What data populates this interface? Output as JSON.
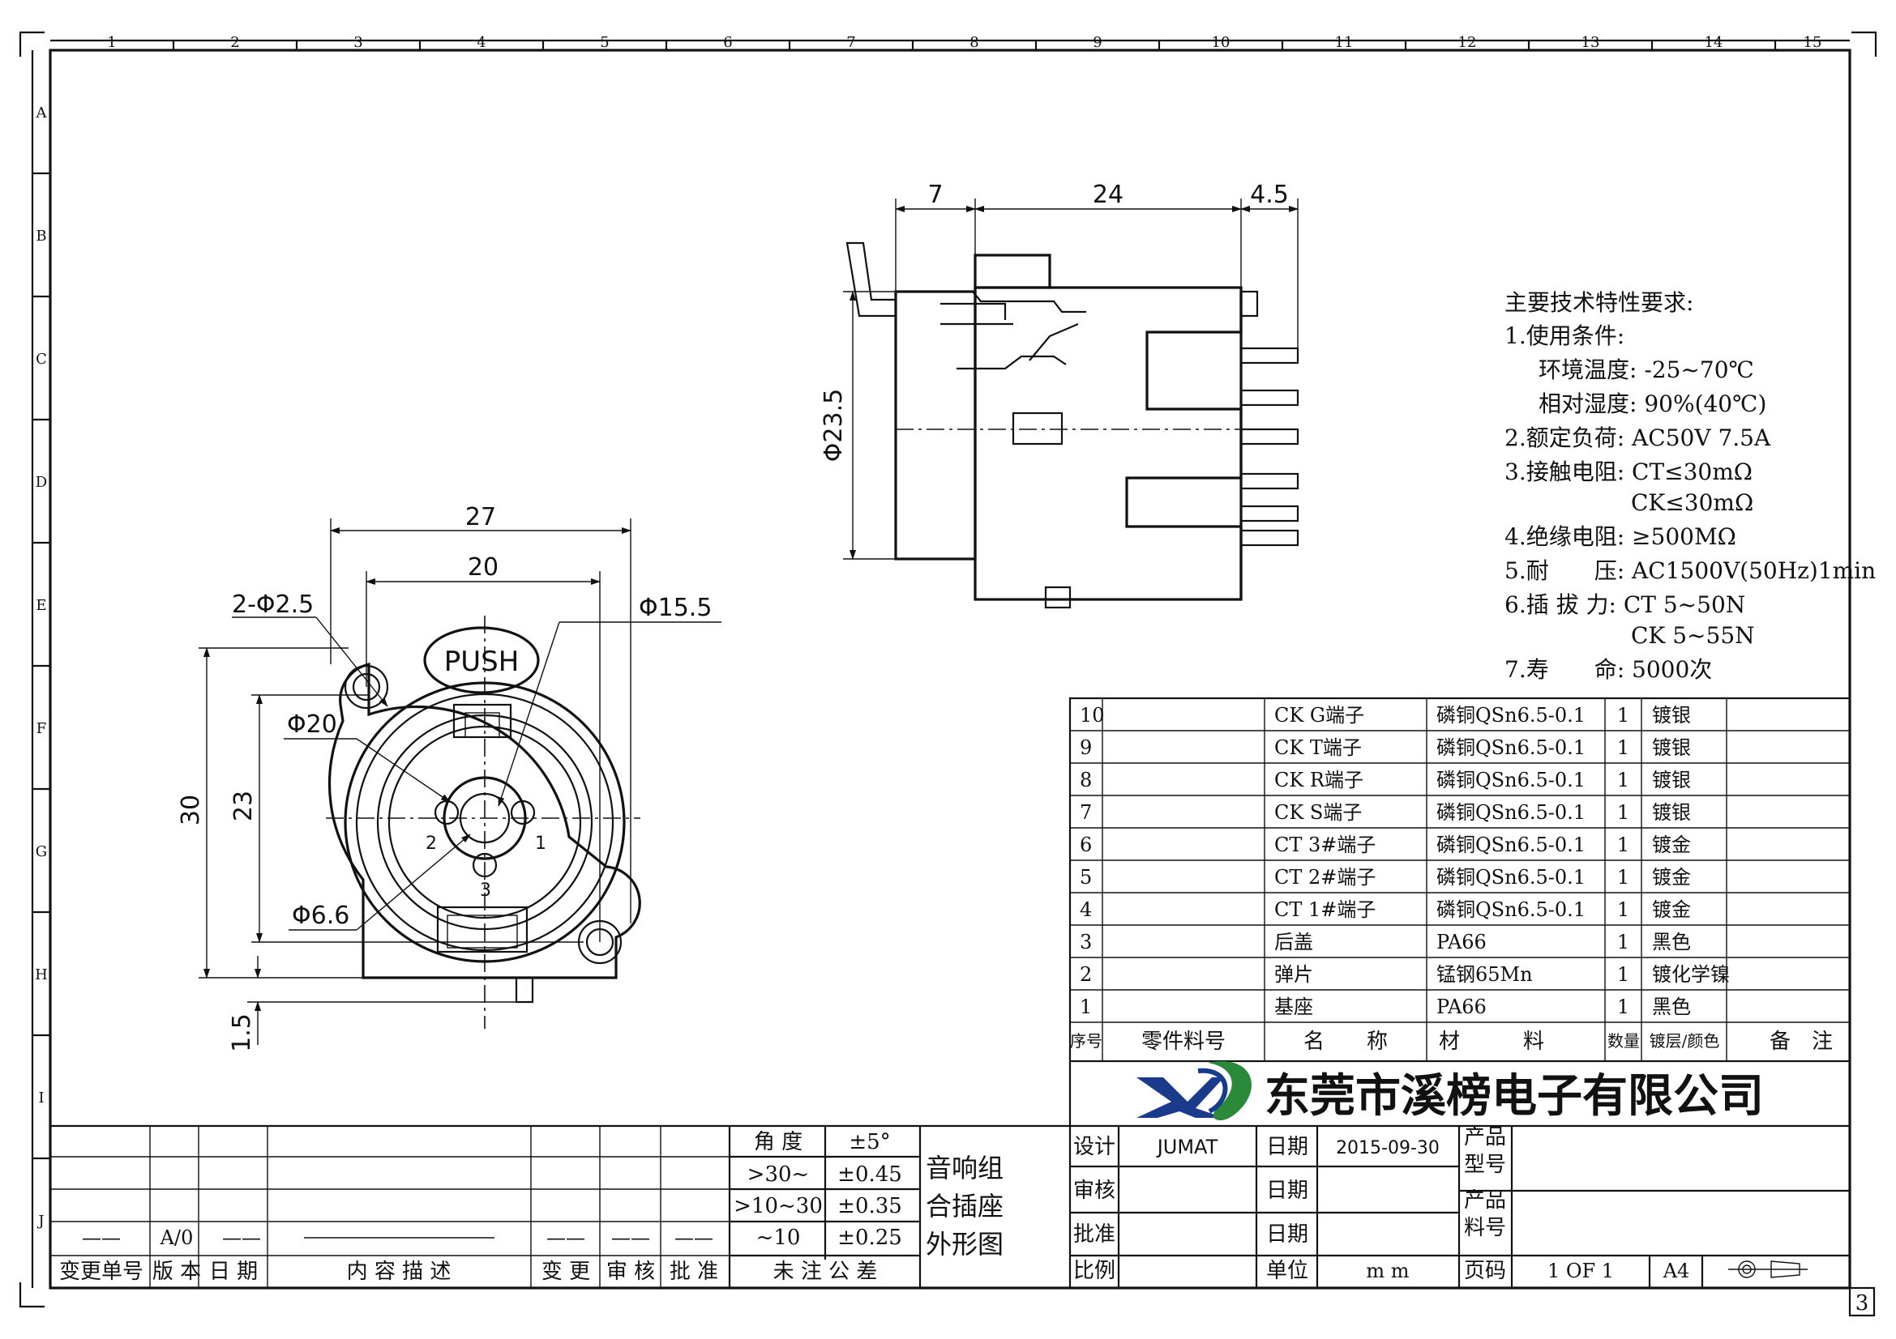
{
  "grid": {
    "columns": [
      "1",
      "2",
      "3",
      "4",
      "5",
      "6",
      "7",
      "8",
      "9",
      "10",
      "11",
      "12",
      "13",
      "14",
      "15"
    ],
    "rows": [
      "A",
      "B",
      "C",
      "D",
      "E",
      "F",
      "G",
      "H",
      "I",
      "J"
    ],
    "sheet_number": "3"
  },
  "dims": {
    "front_27": "27",
    "front_20": "20",
    "hole": "2-Φ2.5",
    "d155": "Φ15.5",
    "d20": "Φ20",
    "d66": "Φ6.6",
    "h30": "30",
    "h23": "23",
    "h15": "1.5",
    "push": "PUSH",
    "pin1": "1",
    "pin2": "2",
    "pin3": "3",
    "side_7": "7",
    "side_24": "24",
    "side_45": "4.5",
    "side_d235": "Φ23.5"
  },
  "specs": {
    "title": "主要技术特性要求:",
    "lines": [
      "1.使用条件:",
      "环境温度: -25~70℃",
      "相对湿度: 90%(40℃)",
      "2.额定负荷: AC50V 7.5A",
      "3.接触电阻: CT≤30mΩ",
      "CK≤30mΩ",
      "4.绝缘电阻: ≥500MΩ",
      "5.耐　　压: AC1500V(50Hz)1min",
      "6.插 拔 力: CT 5~50N",
      "CK 5~55N",
      "7.寿　　命: 5000次"
    ]
  },
  "bom": {
    "rows": [
      {
        "no": "10",
        "name": "CK G端子",
        "material": "磷铜QSn6.5-0.1",
        "qty": "1",
        "finish": "镀银"
      },
      {
        "no": "9",
        "name": "CK T端子",
        "material": "磷铜QSn6.5-0.1",
        "qty": "1",
        "finish": "镀银"
      },
      {
        "no": "8",
        "name": "CK R端子",
        "material": "磷铜QSn6.5-0.1",
        "qty": "1",
        "finish": "镀银"
      },
      {
        "no": "7",
        "name": "CK S端子",
        "material": "磷铜QSn6.5-0.1",
        "qty": "1",
        "finish": "镀银"
      },
      {
        "no": "6",
        "name": "CT 3#端子",
        "material": "磷铜QSn6.5-0.1",
        "qty": "1",
        "finish": "镀金"
      },
      {
        "no": "5",
        "name": "CT 2#端子",
        "material": "磷铜QSn6.5-0.1",
        "qty": "1",
        "finish": "镀金"
      },
      {
        "no": "4",
        "name": "CT 1#端子",
        "material": "磷铜QSn6.5-0.1",
        "qty": "1",
        "finish": "镀金"
      },
      {
        "no": "3",
        "name": "后盖",
        "material": "PA66",
        "qty": "1",
        "finish": "黑色"
      },
      {
        "no": "2",
        "name": "弹片",
        "material": "锰钢65Mn",
        "qty": "1",
        "finish": "镀化学镍"
      },
      {
        "no": "1",
        "name": "基座",
        "material": "PA66",
        "qty": "1",
        "finish": "黑色"
      }
    ],
    "header": {
      "no": "序号",
      "part": "零件料号",
      "name": "名　　称",
      "material": "材　　　料",
      "qty": "数量",
      "finish": "镀层/颜色",
      "remark": "备　注"
    }
  },
  "company": {
    "name": "东莞市溪榜电子有限公司"
  },
  "revision": {
    "rev_value": "A/0",
    "dashes": "——",
    "header": [
      "变更单号",
      "版 本",
      "日 期",
      "内 容 描 述",
      "变 更",
      "审 核",
      "批 准"
    ]
  },
  "tolerance": {
    "rows": [
      {
        "range": "角 度",
        "tol": "±5°"
      },
      {
        "range": ">30~",
        "tol": "±0.45"
      },
      {
        "range": ">10~30",
        "tol": "±0.35"
      },
      {
        "range": "~10",
        "tol": "±0.25"
      }
    ],
    "footer": "未 注 公 差"
  },
  "drawing_title": [
    "音响组",
    "合插座",
    "外形图"
  ],
  "titleblock": {
    "design_label": "设计",
    "designer": "JUMAT",
    "date_label": "日期",
    "date": "2015-09-30",
    "model_label": "产品型号",
    "review_label": "审核",
    "review_date_label": "日期",
    "part_label": "产品料号",
    "approve_label": "批准",
    "approve_date_label": "日期",
    "scale_label": "比例",
    "unit_label": "单位",
    "unit": "m m",
    "page_label": "页码",
    "page": "1 OF 1",
    "size": "A4"
  }
}
